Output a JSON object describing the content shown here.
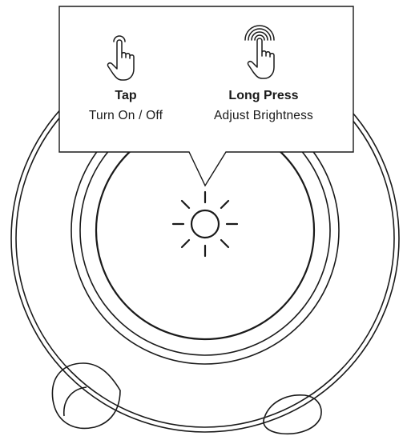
{
  "callout": {
    "tap": {
      "title": "Tap",
      "action": "Turn On / Off",
      "icon": "tap-hand-icon"
    },
    "long_press": {
      "title": "Long Press",
      "action": "Adjust Brightness",
      "icon": "long-press-hand-icon"
    }
  },
  "device": {
    "button_icon": "sun-brightness-icon"
  },
  "colors": {
    "line": "#1a1a1a",
    "background": "#ffffff"
  }
}
